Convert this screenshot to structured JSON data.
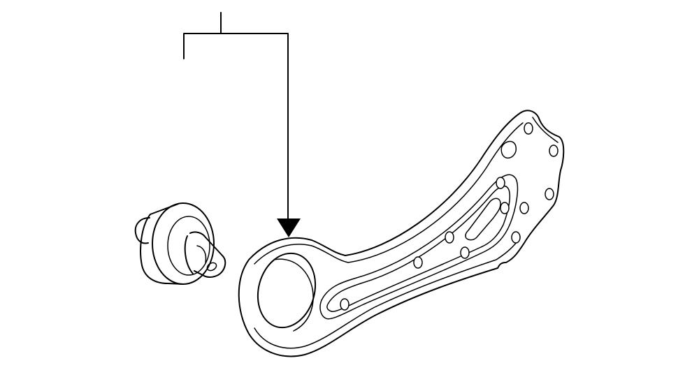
{
  "diagram": {
    "stroke_color": "#000000",
    "background_color": "#ffffff",
    "parts": [
      {
        "id": "bushing",
        "icon": "rubber-bushing-icon"
      },
      {
        "id": "control-arm",
        "icon": "trailing-arm-icon"
      }
    ],
    "callout": {
      "target": "control-arm",
      "icon": "callout-arrow-icon"
    }
  }
}
